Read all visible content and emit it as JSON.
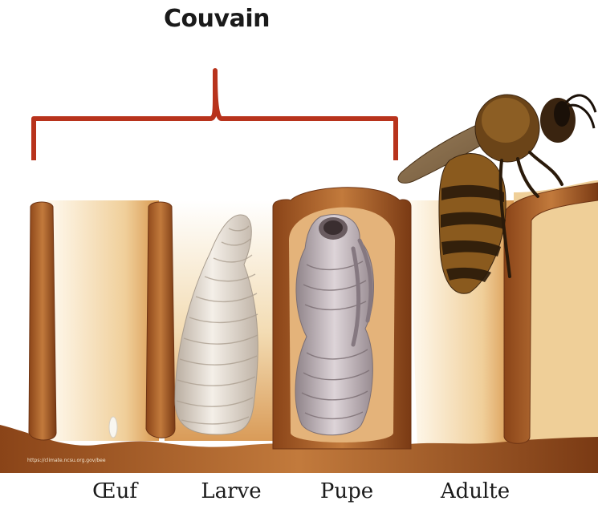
{
  "title": "Couvain",
  "stages": [
    {
      "key": "oeuf",
      "label": "Œuf"
    },
    {
      "key": "larve",
      "label": "Larve"
    },
    {
      "key": "pupe",
      "label": "Pupe"
    },
    {
      "key": "adulte",
      "label": "Adulte"
    }
  ],
  "credit": "https://climate.ncsu.org.gov/bee",
  "colors": {
    "bracket": "#b8331c",
    "comb": "#a85a2a",
    "comb_dark": "#6e3414",
    "cell_fill": "#e7b877",
    "larva": "#ece6dd",
    "pupa": "#c9c0c6",
    "bee_body": "#7a4a18",
    "bee_stripe": "#2a1a0a"
  }
}
